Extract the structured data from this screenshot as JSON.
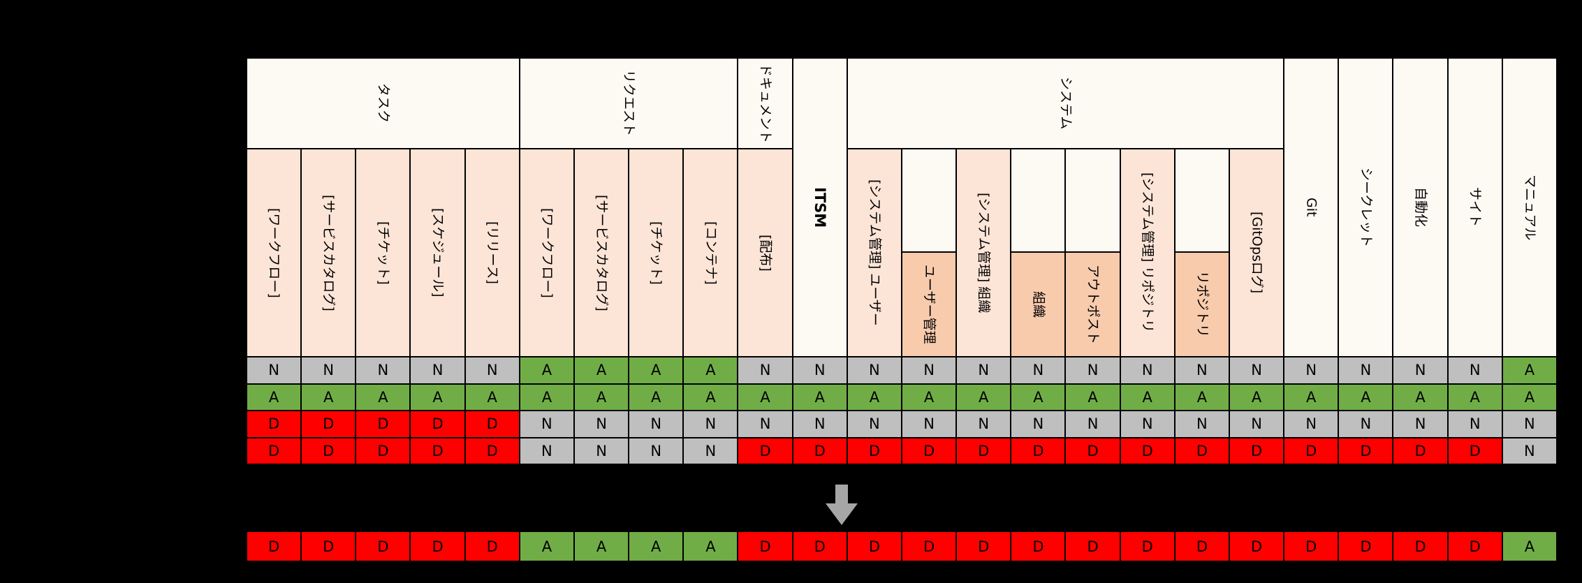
{
  "colors": {
    "allow": "#70ad47",
    "none": "#bfbfbf",
    "deny": "#ff0000",
    "header_light": "#fce4d6",
    "header_dark": "#f8cbad",
    "header_white": "#fdfaf4",
    "arrow": "#a6a6a6"
  },
  "table": {
    "groups": [
      {
        "label": "タスク",
        "start": 1,
        "end": 5
      },
      {
        "label": "リクエスト",
        "start": 6,
        "end": 9
      },
      {
        "label": "ドキュメント",
        "start": 10,
        "end": 10
      },
      {
        "label": "システム",
        "start": 12,
        "end": 19
      }
    ],
    "columns": [
      {
        "label": "[ワークフロー]",
        "type": "light"
      },
      {
        "label": "[サービスカタログ]",
        "type": "light"
      },
      {
        "label": "[チケット]",
        "type": "light"
      },
      {
        "label": "[スケジュール]",
        "type": "light"
      },
      {
        "label": "[リリース]",
        "type": "light"
      },
      {
        "label": "[ワークフロー]",
        "type": "light"
      },
      {
        "label": "[サービスカタログ]",
        "type": "light"
      },
      {
        "label": "[チケット]",
        "type": "light"
      },
      {
        "label": "[コンテナ]",
        "type": "light"
      },
      {
        "label": "[配布]",
        "type": "light"
      },
      {
        "label": "ITSM",
        "type": "tall",
        "bold": true
      },
      {
        "label": "[システム管理] ユーザー",
        "type": "light"
      },
      {
        "label": "ユーザー管理",
        "type": "dark"
      },
      {
        "label": "[システム管理] 組織",
        "type": "light"
      },
      {
        "label": "組織",
        "type": "dark"
      },
      {
        "label": "アウトポスト",
        "type": "dark"
      },
      {
        "label": "[システム管理] リポジトリ",
        "type": "light"
      },
      {
        "label": "リポジトリ",
        "type": "dark"
      },
      {
        "label": "[GitOpsログ]",
        "type": "light"
      },
      {
        "label": "Git",
        "type": "tall"
      },
      {
        "label": "シークレット",
        "type": "tall"
      },
      {
        "label": "自動化",
        "type": "tall"
      },
      {
        "label": "サイト",
        "type": "tall"
      },
      {
        "label": "マニュアル",
        "type": "tall"
      }
    ],
    "rows": [
      [
        "N",
        "N",
        "N",
        "N",
        "N",
        "A",
        "A",
        "A",
        "A",
        "N",
        "N",
        "N",
        "N",
        "N",
        "N",
        "N",
        "N",
        "N",
        "N",
        "N",
        "N",
        "N",
        "N",
        "A"
      ],
      [
        "A",
        "A",
        "A",
        "A",
        "A",
        "A",
        "A",
        "A",
        "A",
        "A",
        "A",
        "A",
        "A",
        "A",
        "A",
        "A",
        "A",
        "A",
        "A",
        "A",
        "A",
        "A",
        "A",
        "A"
      ],
      [
        "D",
        "D",
        "D",
        "D",
        "D",
        "N",
        "N",
        "N",
        "N",
        "N",
        "N",
        "N",
        "N",
        "N",
        "N",
        "N",
        "N",
        "N",
        "N",
        "N",
        "N",
        "N",
        "N",
        "N"
      ],
      [
        "D",
        "D",
        "D",
        "D",
        "D",
        "N",
        "N",
        "N",
        "N",
        "D",
        "D",
        "D",
        "D",
        "D",
        "D",
        "D",
        "D",
        "D",
        "D",
        "D",
        "D",
        "D",
        "D",
        "N"
      ]
    ],
    "result_row": [
      "D",
      "D",
      "D",
      "D",
      "D",
      "A",
      "A",
      "A",
      "A",
      "D",
      "D",
      "D",
      "D",
      "D",
      "D",
      "D",
      "D",
      "D",
      "D",
      "D",
      "D",
      "D",
      "D",
      "A"
    ]
  },
  "arrow_icon": {
    "name": "down-block-arrow"
  }
}
